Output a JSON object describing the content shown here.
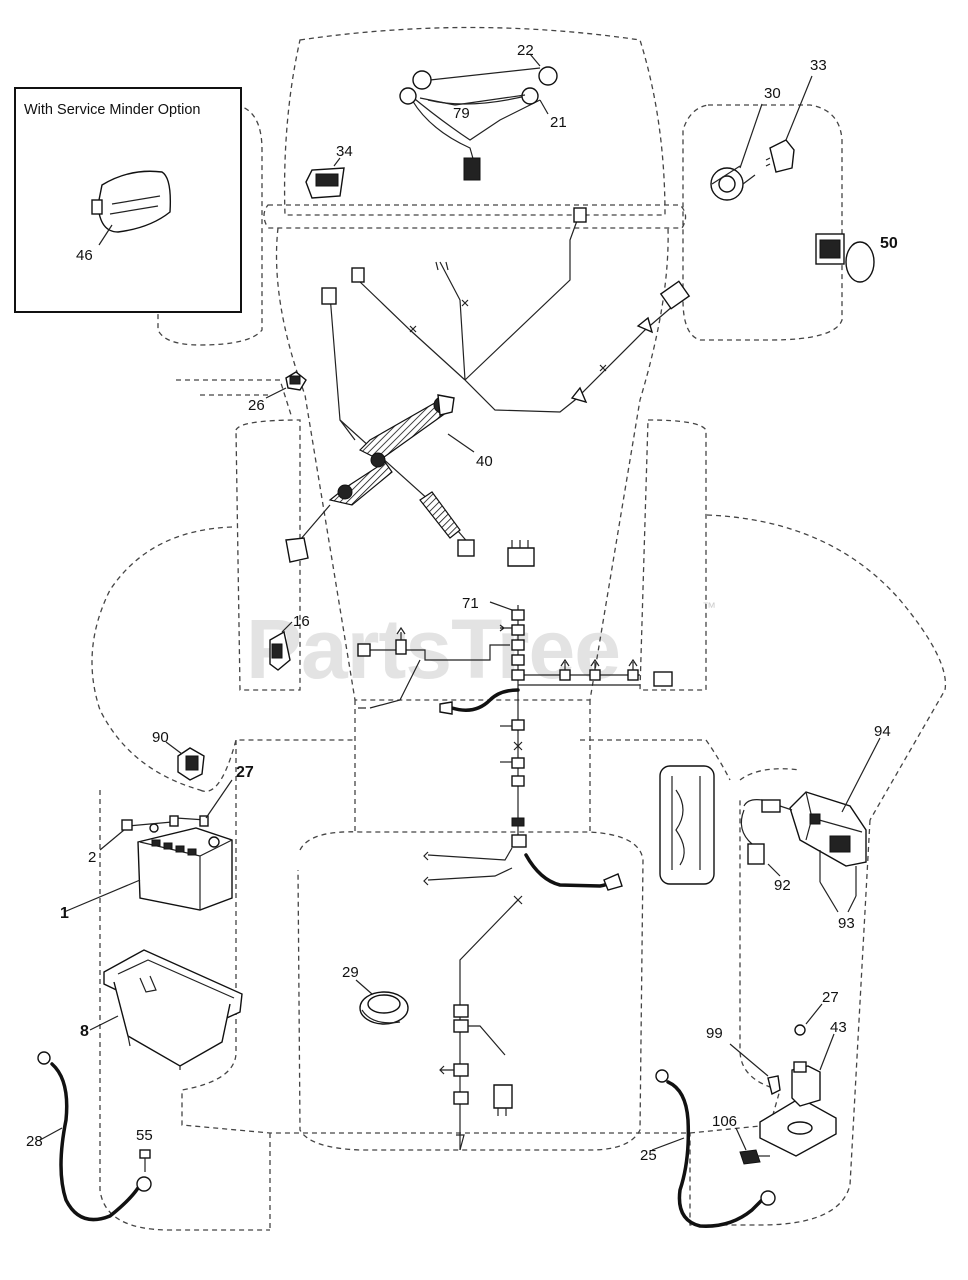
{
  "inset": {
    "title": "With Service Minder Option",
    "part": "46"
  },
  "watermark": {
    "text": "PartsTree",
    "trademark": "™"
  },
  "labels": {
    "p1": "1",
    "p2": "2",
    "p8": "8",
    "p16": "16",
    "p21": "21",
    "p22": "22",
    "p25": "25",
    "p26": "26",
    "p27a": "27",
    "p27b": "27",
    "p28": "28",
    "p29": "29",
    "p30": "30",
    "p33": "33",
    "p34": "34",
    "p40": "40",
    "p43": "43",
    "p46": "46",
    "p50": "50",
    "p55": "55",
    "p71": "71",
    "p79": "79",
    "p90": "90",
    "p92": "92",
    "p93": "93",
    "p94": "94",
    "p99": "99",
    "p106": "106"
  },
  "colors": {
    "line": "#111111",
    "watermark": "#d9d9d9",
    "background": "#ffffff"
  }
}
